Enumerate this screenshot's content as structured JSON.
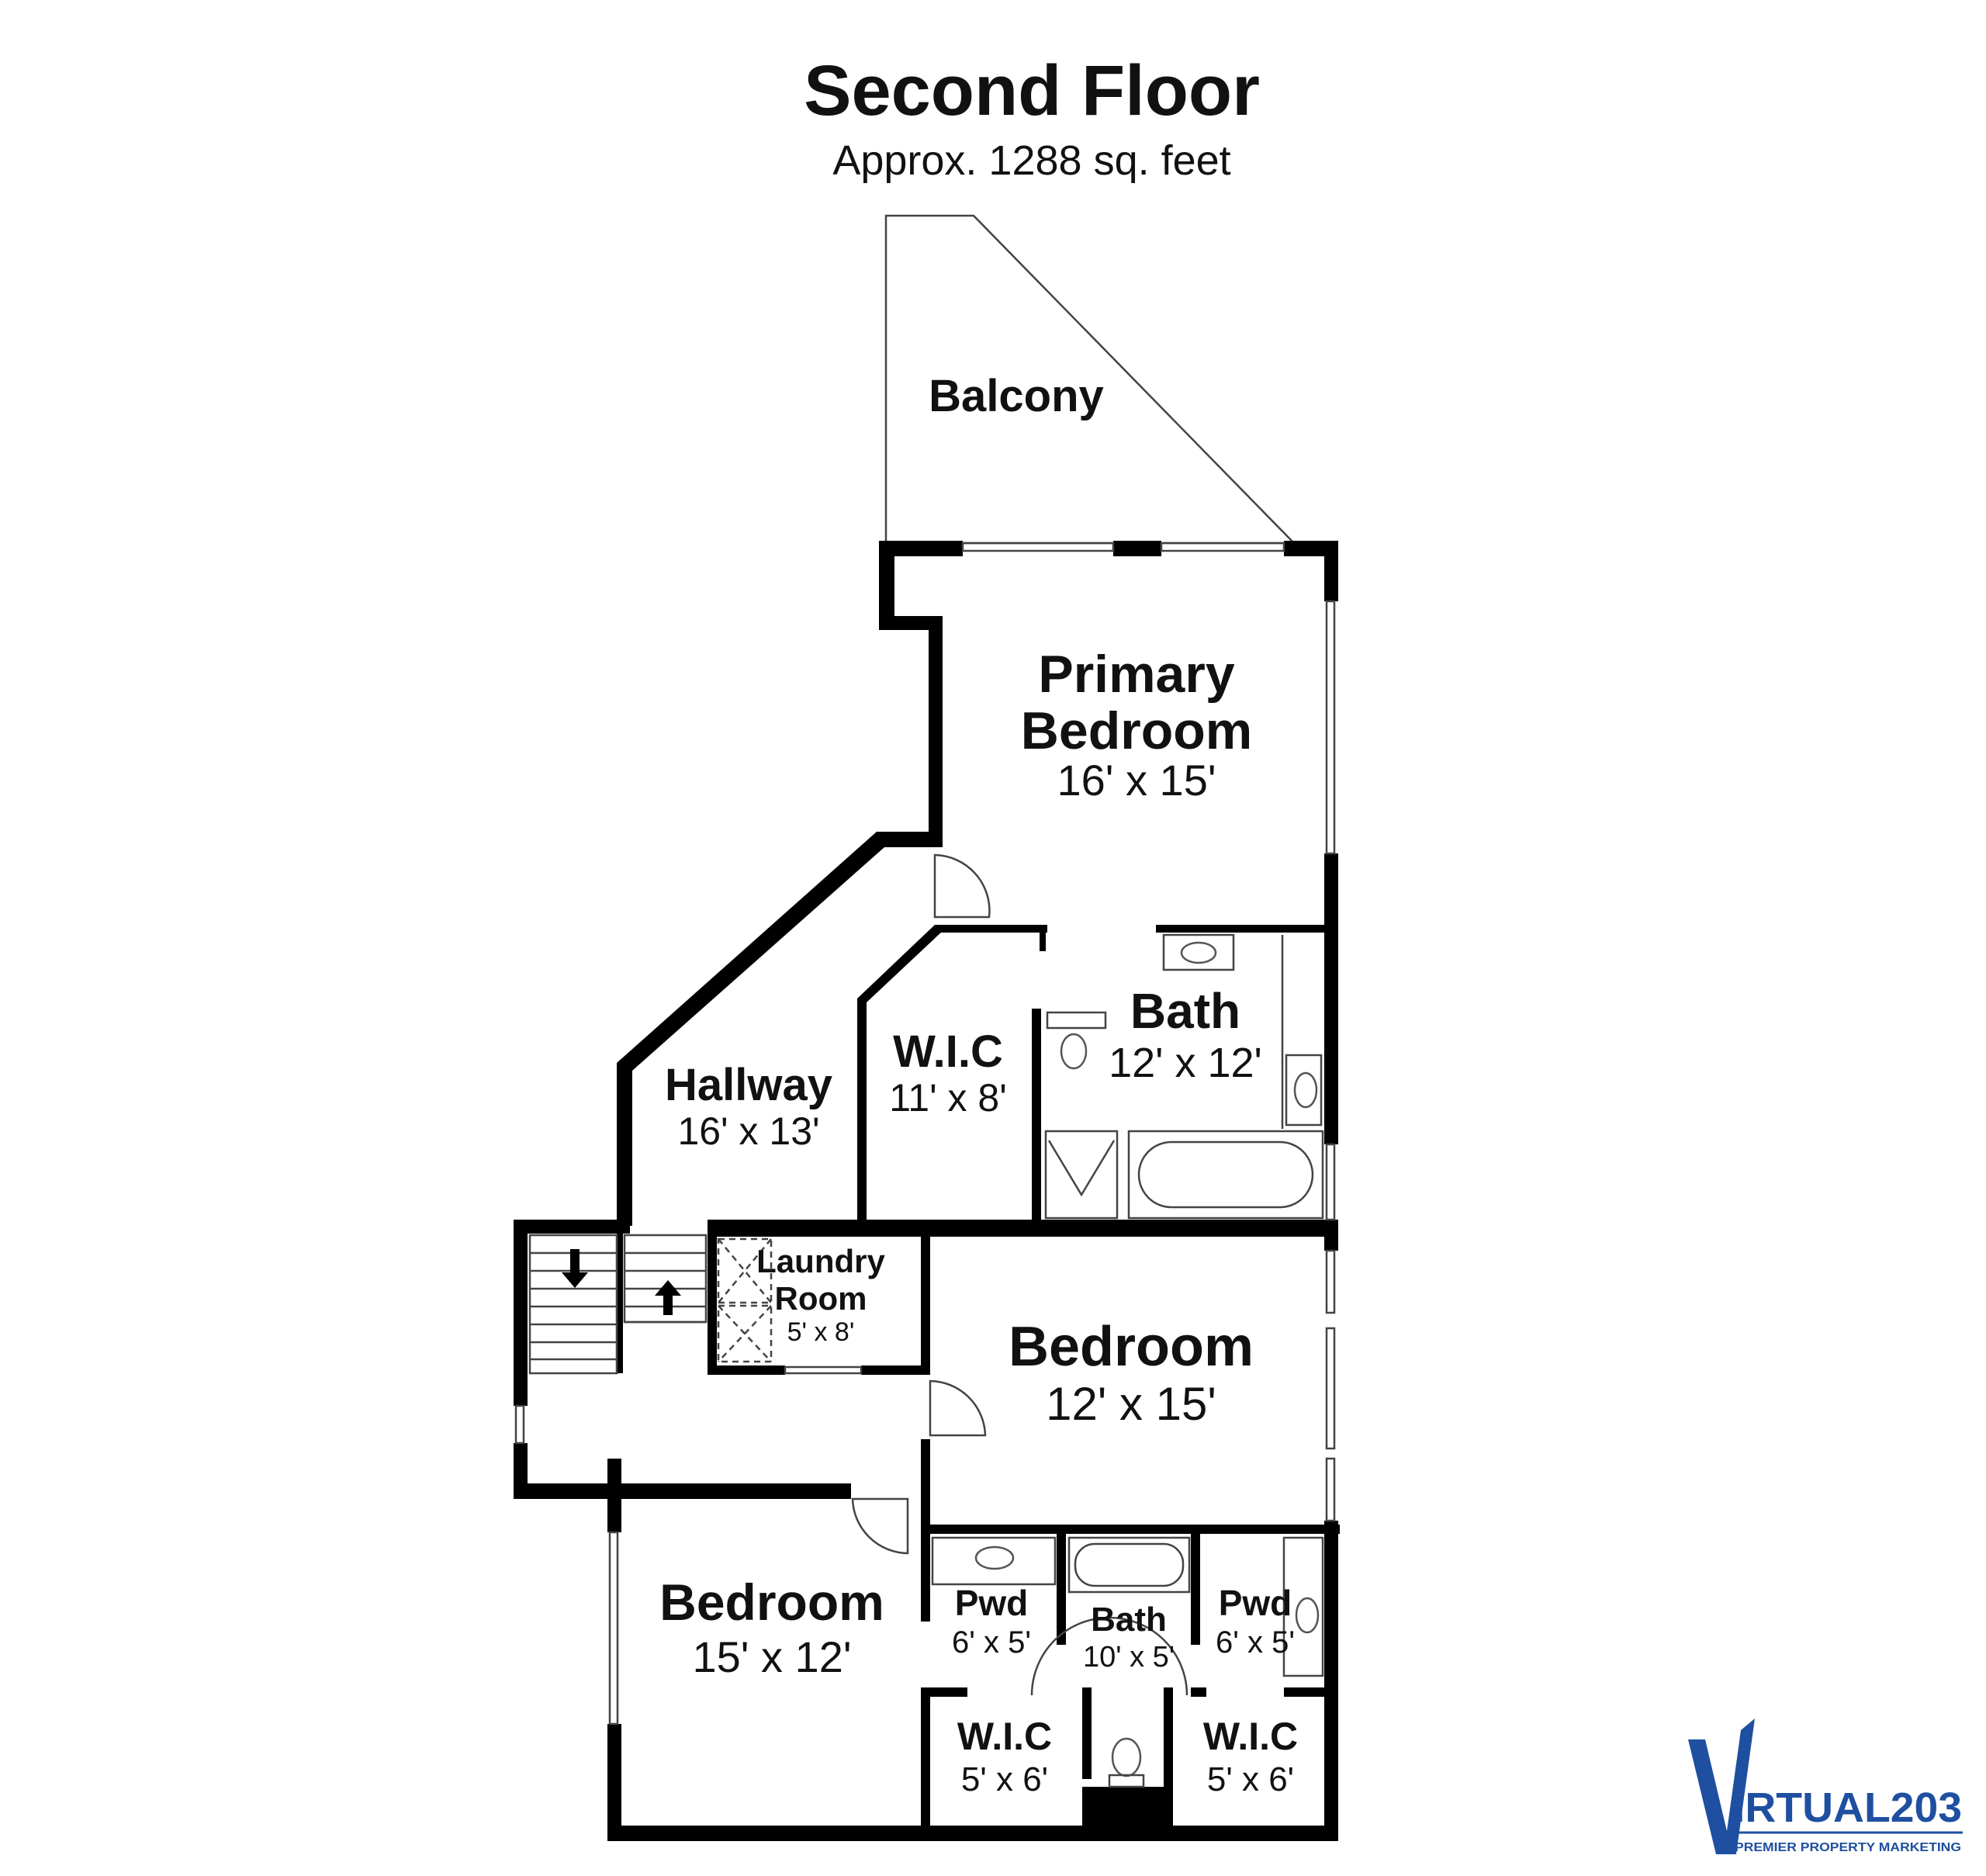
{
  "header": {
    "title": "Second Floor",
    "subtitle": "Approx. 1288 sq. feet"
  },
  "rooms": {
    "balcony": {
      "name": "Balcony"
    },
    "primary_bedroom": {
      "name_line1": "Primary",
      "name_line2": "Bedroom",
      "size": "16' x 15'"
    },
    "hallway": {
      "name": "Hallway",
      "size": "16' x 13'"
    },
    "wic_main": {
      "name": "W.I.C",
      "size": "11' x 8'"
    },
    "bath_main": {
      "name": "Bath",
      "size": "12' x 12'"
    },
    "laundry": {
      "name_line1": "Laundry",
      "name_line2": "Room",
      "size": "5' x 8'"
    },
    "bedroom_right": {
      "name": "Bedroom",
      "size": "12' x 15'"
    },
    "bedroom_left": {
      "name": "Bedroom",
      "size": "15' x 12'"
    },
    "pwd_left": {
      "name": "Pwd",
      "size": "6' x 5'"
    },
    "bath_small": {
      "name": "Bath",
      "size": "10' x 5'"
    },
    "pwd_right": {
      "name": "Pwd",
      "size": "6' x 5'"
    },
    "wic_left": {
      "name": "W.I.C",
      "size": "5' x 6'"
    },
    "wic_right": {
      "name": "W.I.C",
      "size": "5' x 6'"
    }
  },
  "logo": {
    "brand": "IRTUAL203",
    "tagline": "PREMIER PROPERTY MARKETING",
    "color": "#1f4fa0"
  },
  "colors": {
    "wall": "#000000",
    "background": "#ffffff"
  }
}
